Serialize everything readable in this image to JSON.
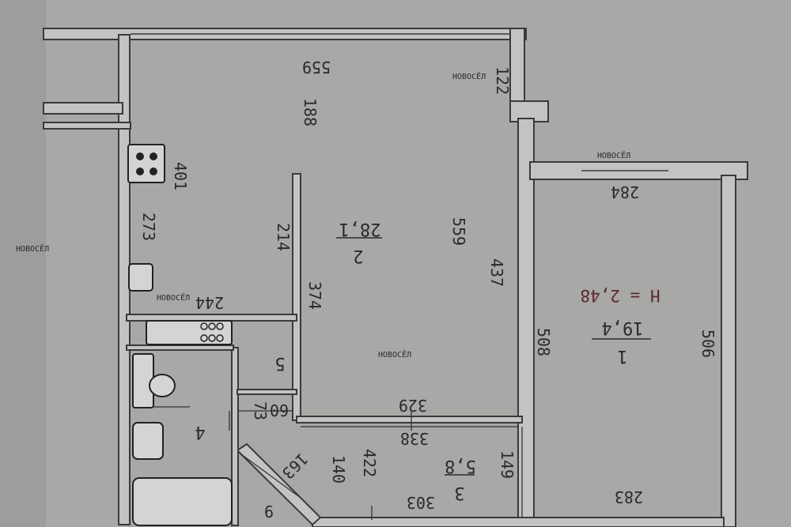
{
  "room_labels": {
    "room1": {
      "number": "1",
      "area": "19,4"
    },
    "room2": {
      "number": "2",
      "area": "28,1"
    },
    "room3": {
      "number": "3",
      "area": "5,8"
    },
    "room4": {
      "number": "4"
    },
    "room5": {
      "number": "5"
    }
  },
  "ceiling_height": "H = 2,48",
  "dimensions": {
    "d559_top": "559",
    "d188": "188",
    "d122": "122",
    "d401": "401",
    "d273": "273",
    "d214": "214",
    "d374": "374",
    "d559_mid": "559",
    "d437": "437",
    "d284": "284",
    "d244": "244",
    "d508": "508",
    "d506": "506",
    "d329": "329",
    "d338": "338",
    "d422": "422",
    "d140": "140",
    "d163": "163",
    "d149": "149",
    "d303": "303",
    "d283": "283",
    "d73": "73",
    "d60": "60",
    "d9": "9"
  },
  "watermark": {
    "brand": "НОВОСЁЛ"
  }
}
